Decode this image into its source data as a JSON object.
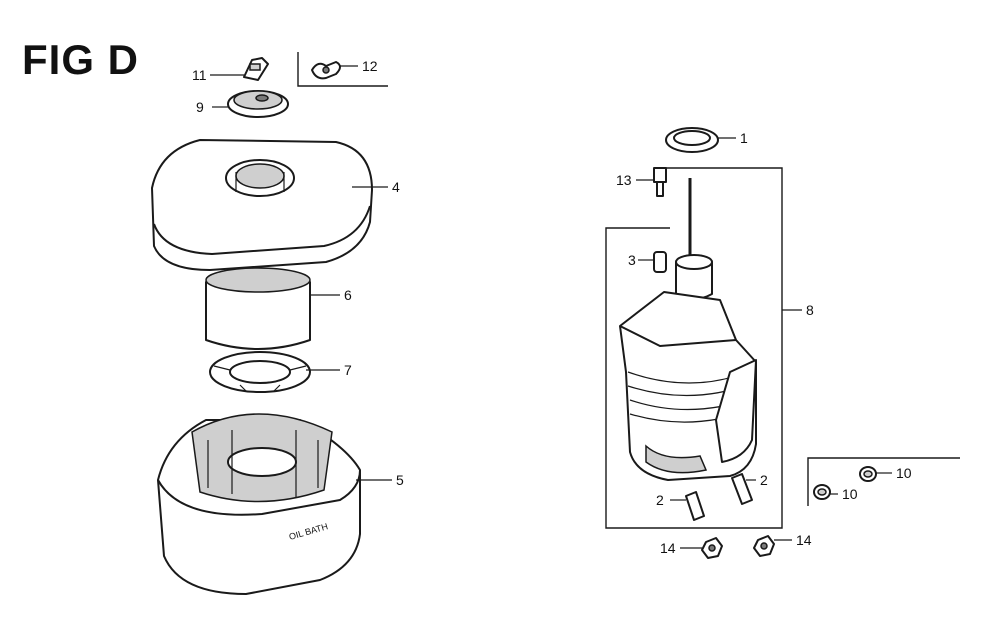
{
  "figure": {
    "title": "FIG D"
  },
  "callouts": {
    "c1": "1",
    "c2a": "2",
    "c2b": "2",
    "c3": "3",
    "c4": "4",
    "c5": "5",
    "c6": "6",
    "c7": "7",
    "c8": "8",
    "c9": "9",
    "c10a": "10",
    "c10b": "10",
    "c11": "11",
    "c12": "12",
    "c13": "13",
    "c14a": "14",
    "c14b": "14"
  },
  "case_marking": "OIL BATH"
}
